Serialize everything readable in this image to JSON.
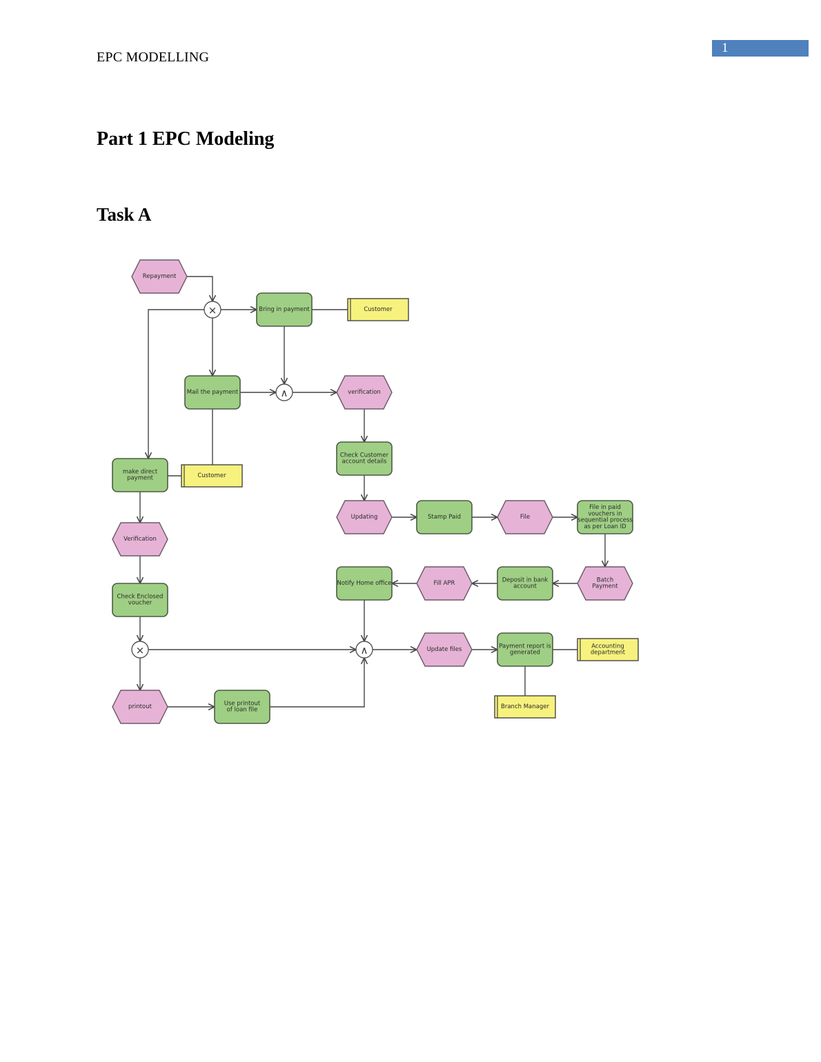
{
  "header": {
    "running_head": "EPC MODELLING",
    "page_number": "1"
  },
  "headings": {
    "part": "Part 1 EPC Modeling",
    "task": "Task A"
  },
  "colors": {
    "event": "#e6b3d6",
    "function": "#9fcf84",
    "org_unit": "#f7f27e",
    "page_number_bg": "#4f81bd",
    "stroke": "#444444"
  },
  "diagram": {
    "nodes": [
      {
        "id": "repayment",
        "type": "event",
        "lines": [
          "Repayment"
        ]
      },
      {
        "id": "xor1",
        "type": "xor",
        "lines": [
          "×"
        ]
      },
      {
        "id": "bring",
        "type": "function",
        "lines": [
          "Bring in payment"
        ]
      },
      {
        "id": "cust1",
        "type": "org",
        "lines": [
          "Customer"
        ]
      },
      {
        "id": "mail",
        "type": "function",
        "lines": [
          "Mail the payment"
        ]
      },
      {
        "id": "and1",
        "type": "and",
        "lines": [
          "∧"
        ]
      },
      {
        "id": "verif1",
        "type": "event",
        "lines": [
          "verification"
        ]
      },
      {
        "id": "checkcust",
        "type": "function",
        "lines": [
          "Check Customer",
          "account details"
        ]
      },
      {
        "id": "direct",
        "type": "function",
        "lines": [
          "make direct",
          "payment"
        ]
      },
      {
        "id": "cust2",
        "type": "org",
        "lines": [
          "Customer"
        ]
      },
      {
        "id": "updating",
        "type": "event",
        "lines": [
          "Updating"
        ]
      },
      {
        "id": "stamp",
        "type": "function",
        "lines": [
          "Stamp Paid"
        ]
      },
      {
        "id": "file",
        "type": "event",
        "lines": [
          "File"
        ]
      },
      {
        "id": "filein",
        "type": "function",
        "lines": [
          "File in paid",
          "vouchers in",
          "sequential process",
          "as per Loan ID"
        ]
      },
      {
        "id": "verif2",
        "type": "event",
        "lines": [
          "Verification"
        ]
      },
      {
        "id": "notify",
        "type": "function",
        "lines": [
          "Notify Home office"
        ]
      },
      {
        "id": "fillapr",
        "type": "event",
        "lines": [
          "Fill APR"
        ]
      },
      {
        "id": "deposit",
        "type": "function",
        "lines": [
          "Deposit in bank",
          "account"
        ]
      },
      {
        "id": "batch",
        "type": "event",
        "lines": [
          "Batch",
          "Payment"
        ]
      },
      {
        "id": "checkenc",
        "type": "function",
        "lines": [
          "Check Enclosed",
          "voucher"
        ]
      },
      {
        "id": "xor2",
        "type": "xor",
        "lines": [
          "×"
        ]
      },
      {
        "id": "and2",
        "type": "and",
        "lines": [
          "∧"
        ]
      },
      {
        "id": "updfiles",
        "type": "event",
        "lines": [
          "Update files"
        ]
      },
      {
        "id": "report",
        "type": "function",
        "lines": [
          "Payment report is",
          "generated"
        ]
      },
      {
        "id": "acct",
        "type": "org",
        "lines": [
          "Accounting",
          "department"
        ]
      },
      {
        "id": "printout",
        "type": "event",
        "lines": [
          "printout"
        ]
      },
      {
        "id": "useprint",
        "type": "function",
        "lines": [
          "Use printout",
          "of loan file"
        ]
      },
      {
        "id": "branch",
        "type": "org",
        "lines": [
          "Branch Manager"
        ]
      }
    ],
    "edges": [
      {
        "from": "repayment",
        "to": "xor1",
        "arrow": true
      },
      {
        "from": "xor1",
        "to": "bring",
        "arrow": true
      },
      {
        "from": "bring",
        "to": "cust1",
        "arrow": false
      },
      {
        "from": "xor1",
        "to": "mail",
        "arrow": true
      },
      {
        "from": "xor1",
        "to": "direct",
        "arrow": true
      },
      {
        "from": "bring",
        "to": "and1",
        "arrow": true
      },
      {
        "from": "mail",
        "to": "and1",
        "arrow": true
      },
      {
        "from": "and1",
        "to": "verif1",
        "arrow": true
      },
      {
        "from": "mail",
        "to": "cust2",
        "arrow": false
      },
      {
        "from": "direct",
        "to": "cust2",
        "arrow": false
      },
      {
        "from": "verif1",
        "to": "checkcust",
        "arrow": true
      },
      {
        "from": "checkcust",
        "to": "updating",
        "arrow": true
      },
      {
        "from": "updating",
        "to": "stamp",
        "arrow": true
      },
      {
        "from": "stamp",
        "to": "file",
        "arrow": true
      },
      {
        "from": "file",
        "to": "filein",
        "arrow": true
      },
      {
        "from": "filein",
        "to": "batch",
        "arrow": true
      },
      {
        "from": "batch",
        "to": "deposit",
        "arrow": true
      },
      {
        "from": "deposit",
        "to": "fillapr",
        "arrow": true
      },
      {
        "from": "fillapr",
        "to": "notify",
        "arrow": true
      },
      {
        "from": "direct",
        "to": "verif2",
        "arrow": true
      },
      {
        "from": "verif2",
        "to": "checkenc",
        "arrow": true
      },
      {
        "from": "checkenc",
        "to": "xor2",
        "arrow": true
      },
      {
        "from": "xor2",
        "to": "and2",
        "arrow": true
      },
      {
        "from": "notify",
        "to": "and2",
        "arrow": true
      },
      {
        "from": "xor2",
        "to": "printout",
        "arrow": true
      },
      {
        "from": "printout",
        "to": "useprint",
        "arrow": true
      },
      {
        "from": "useprint",
        "to": "and2",
        "arrow": true
      },
      {
        "from": "and2",
        "to": "updfiles",
        "arrow": true
      },
      {
        "from": "updfiles",
        "to": "report",
        "arrow": true
      },
      {
        "from": "report",
        "to": "acct",
        "arrow": false
      },
      {
        "from": "report",
        "to": "branch",
        "arrow": false
      }
    ]
  }
}
